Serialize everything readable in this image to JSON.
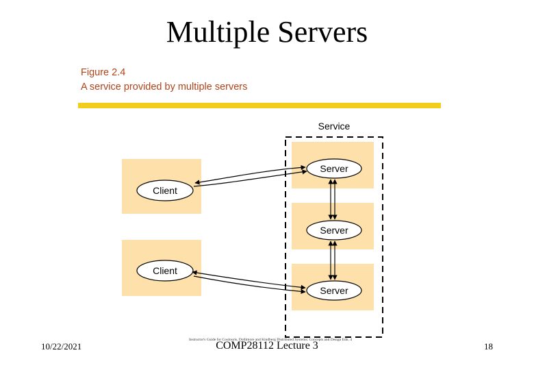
{
  "slide": {
    "title": "Multiple Servers"
  },
  "figure": {
    "number": "Figure 2.4",
    "caption": "A service provided by multiple servers"
  },
  "diagram": {
    "service_label": "Service",
    "servers": [
      "Server",
      "Server",
      "Server"
    ],
    "clients": [
      "Client",
      "Client"
    ],
    "colors": {
      "box_fill": "#fde0aa",
      "box_shadow": "#ffffff",
      "ellipse_fill": "#ffffff",
      "stroke": "#000000",
      "accent_rule": "#f2cd1a",
      "caption_text": "#b0431a"
    }
  },
  "footer": {
    "date": "10/22/2021",
    "course": "COMP28112 Lecture 3",
    "credit": "Instructor's Guide for Coulouris, Dollimore and Kindberg Distributed Systems: Concepts and Design Edn. 4",
    "page": "18"
  }
}
